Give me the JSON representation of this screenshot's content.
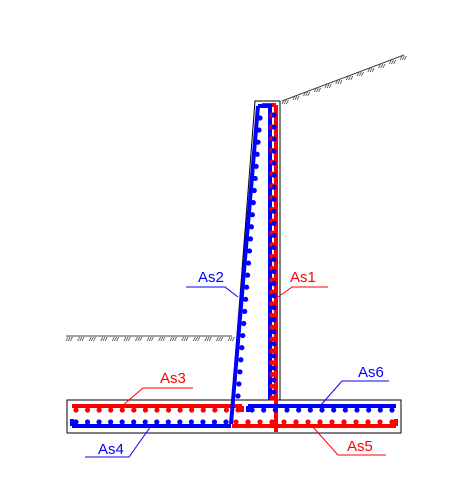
{
  "colors": {
    "outline": "#000000",
    "soil": "#444444",
    "red_bars": "#ff0000",
    "blue_bars": "#0000ff"
  },
  "labels": {
    "as1": "As1",
    "as2": "As2",
    "as3": "As3",
    "as4": "As4",
    "as5": "As5",
    "as6": "As6"
  }
}
